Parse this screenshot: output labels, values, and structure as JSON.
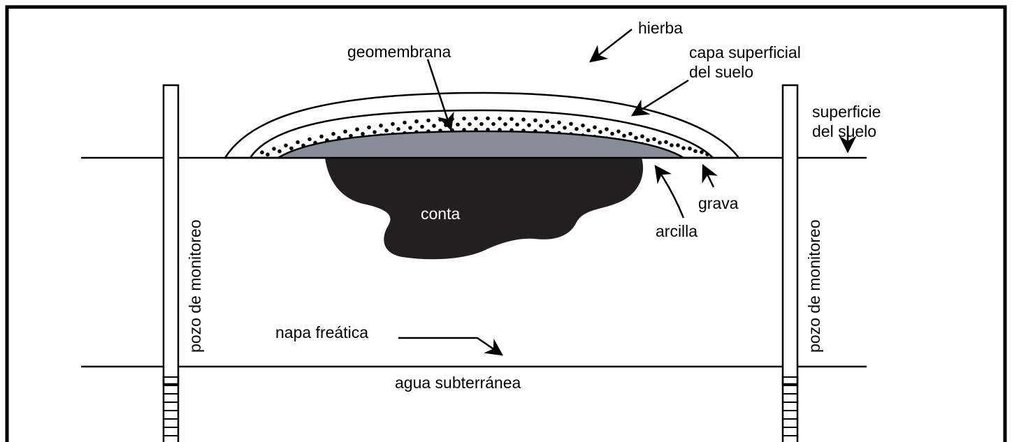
{
  "labels": {
    "grass": "hierba",
    "geomembrane": "geomembrana",
    "topsoil_line1": "capa superficial",
    "topsoil_line2": "del suelo",
    "ground_surface_line1": "superficie",
    "ground_surface_line2": "del suelo",
    "gravel": "grava",
    "clay": "arcilla",
    "contaminant": "conta",
    "monitoring_well_left": "pozo de monitoreo",
    "monitoring_well_right": "pozo de monitoreo",
    "water_table": "napa freática",
    "groundwater": "agua subterránea"
  },
  "colors": {
    "clay_fill": "#878C99",
    "contaminant_fill": "#231F20",
    "line": "#000000",
    "background": "#FFFFFF"
  }
}
